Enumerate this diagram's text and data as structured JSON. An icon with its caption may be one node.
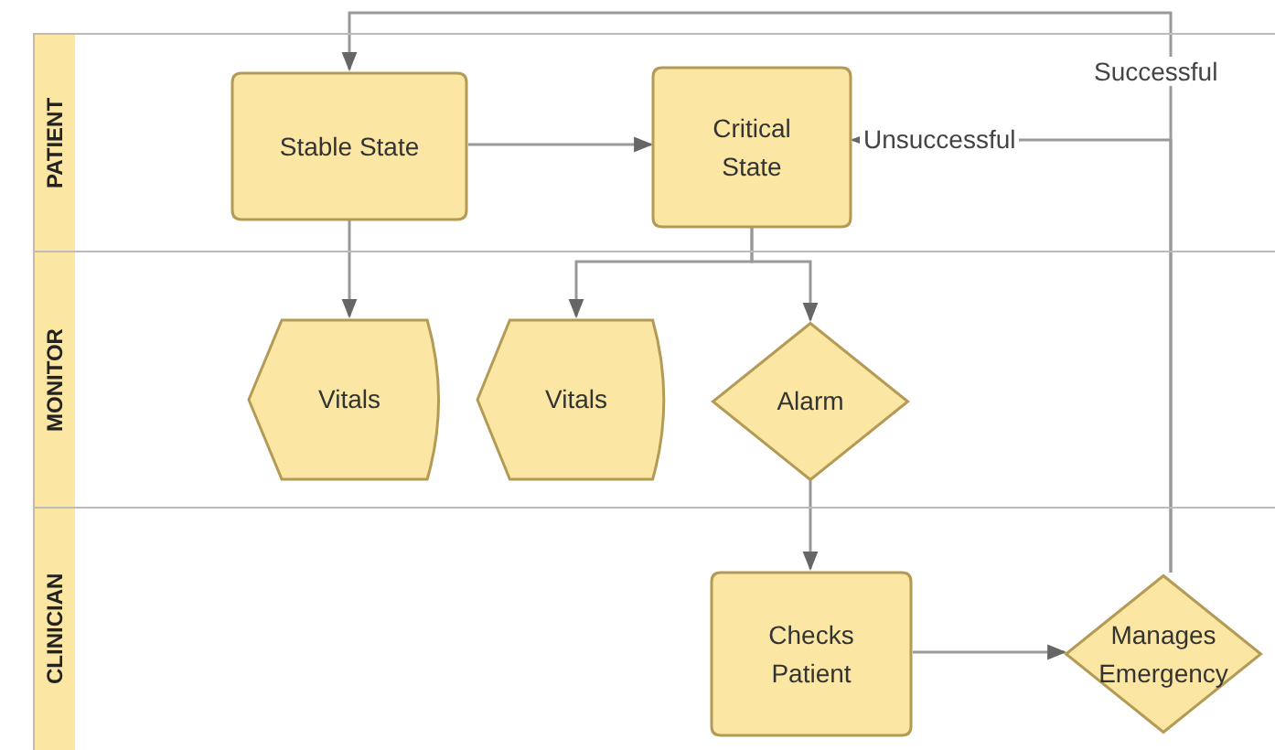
{
  "diagram": {
    "nodes": [
      {
        "text": [
          "PATIENT"
        ]
      },
      {
        "text": [
          "MONITOR"
        ]
      },
      {
        "text": [
          "CLINICIAN"
        ]
      },
      {
        "text": [
          "Stable State"
        ],
        "in": 0
      },
      {
        "text": [
          "Critical State"
        ],
        "in": 0
      },
      {
        "text": [
          "Vitals"
        ],
        "in": 1
      },
      {
        "text": [
          "Vitals"
        ],
        "in": 1
      },
      {
        "text": [
          "Alarm"
        ],
        "in": 1
      },
      {
        "text": [
          "Checks Patient"
        ],
        "in": 2
      },
      {
        "text": [
          "Manages Emergency"
        ],
        "in": 2
      }
    ],
    "edges": [
      {
        "from": 3,
        "to": 4,
        "arrow": "to"
      },
      {
        "from": 3,
        "to": 5,
        "arrow": "to"
      },
      {
        "from": 4,
        "to": 6,
        "arrow": "to"
      },
      {
        "from": 4,
        "to": 7,
        "arrow": "to"
      },
      {
        "from": 7,
        "to": 8,
        "arrow": "to"
      },
      {
        "from": 8,
        "to": 9,
        "arrow": "to"
      },
      {
        "from": 9,
        "to": 4,
        "arrow": "to",
        "label": "Unsuccessful"
      },
      {
        "from": 9,
        "to": 3,
        "arrow": "to",
        "label": "Successful"
      }
    ]
  }
}
